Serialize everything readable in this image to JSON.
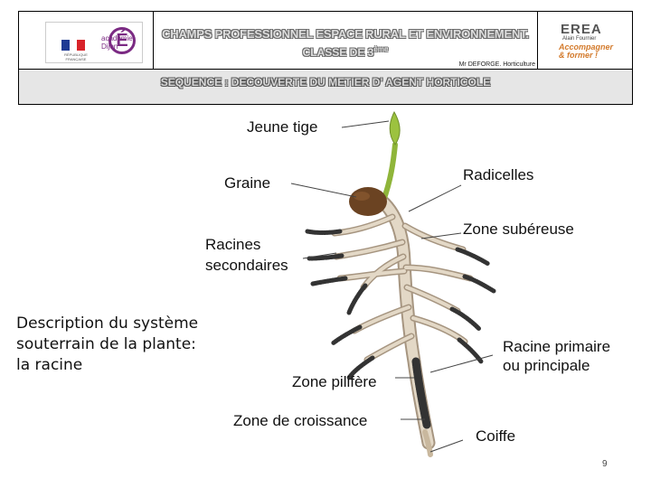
{
  "header": {
    "title": "CHAMPS PROFESSIONNEL ESPACE RURAL ET ENVIRONNEMENT.",
    "class_prefix": "CLASSE DE 3",
    "class_suffix": "ème",
    "teacher": "Mr DEFORGE. Horticulture",
    "sequence": "SEQUENCE : DECOUVERTE DU METIER D' AGENT HORTICOLE",
    "logo_left": {
      "republic": "RÉPUBLIQUE FRANÇAISE",
      "academy": [
        "académie",
        "Dijon"
      ],
      "letter": "É"
    },
    "logo_right": {
      "name": "EREA",
      "subtitle": "Alain Fournier",
      "slogan": [
        "Accompagner",
        "& former !"
      ]
    }
  },
  "labels": {
    "jeune_tige": "Jeune tige",
    "graine": "Graine",
    "radicelles": "Radicelles",
    "zone_subereuse": "Zone subéreuse",
    "racines_secondaires": [
      "Racines",
      "secondaires"
    ],
    "racine_primaire": [
      "Racine primaire",
      "ou principale"
    ],
    "zone_pilifere": "Zone pilifère",
    "zone_croissance": "Zone de croissance",
    "coiffe": "Coiffe"
  },
  "description": [
    "Description du système",
    "souterrain de la plante:",
    "la racine"
  ],
  "page_number": "9",
  "colors": {
    "stem": "#8fb53a",
    "seed": "#6b4322",
    "root": "#d7cbb8",
    "root_outline": "#a69580",
    "hair": "#333333",
    "logo_purple": "#7b2a83",
    "slogan_orange": "#d37a2b"
  }
}
